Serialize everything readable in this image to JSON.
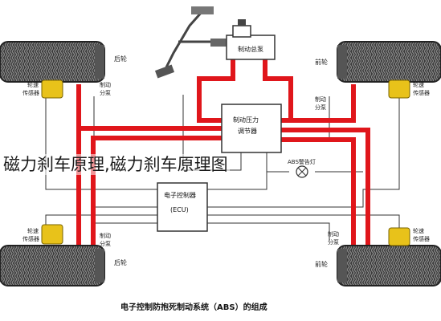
{
  "overlay_title": "磁力刹车原理,磁力刹车原理图",
  "caption": "电子控制防抱死制动系统（ABS）的组成",
  "labels": {
    "master_cylinder": "制动总泵",
    "pressure_modulator_1": "制动压力",
    "pressure_modulator_2": "调节器",
    "ecu_1": "电子控制器",
    "ecu_2": "(ECU)",
    "abs_warning": "ABS警告灯",
    "rear_wheel": "后轮",
    "front_wheel": "前轮",
    "speed_sensor_1": "轮速",
    "speed_sensor_2": "传感器",
    "brake_cyl_1": "制动",
    "brake_cyl_2": "分泵"
  },
  "colors": {
    "brake_line": "#e0161b",
    "wire": "#333333",
    "sensor": "#e8c21a",
    "tire": "#2a2a2a"
  }
}
